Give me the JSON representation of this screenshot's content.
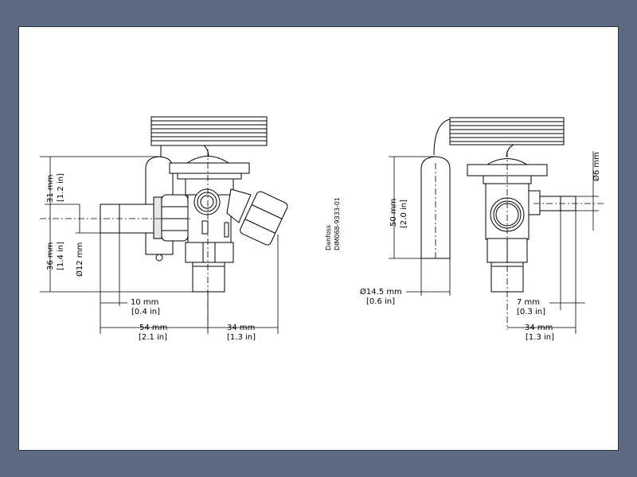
{
  "drawing": {
    "brand": "Danfoss",
    "drawing_number": "DIM068-9333-01"
  },
  "left_view": {
    "height_top": {
      "mm": "31 mm",
      "in": "[1.2 in]"
    },
    "height_bottom": {
      "mm": "36 mm",
      "in": "[1.4 in]"
    },
    "inlet_diameter": {
      "mm": "Ø12 mm"
    },
    "inlet_depth": {
      "mm": "10 mm",
      "in": "[0.4 in]"
    },
    "width_left": {
      "mm": "54 mm",
      "in": "[2.1 in]"
    },
    "width_right": {
      "mm": "34 mm",
      "in": "[1.3 in]"
    }
  },
  "right_view": {
    "bulb_length": {
      "mm": "50 mm",
      "in": "[2.0 in]"
    },
    "bulb_diameter": {
      "mm": "Ø14.5 mm",
      "in": "[0.6 in]"
    },
    "equalizer_diameter": {
      "mm": "Ø6 mm"
    },
    "equalizer_depth": {
      "mm": "7 mm",
      "in": "[0.3 in]"
    },
    "width_right": {
      "mm": "34 mm",
      "in": "[1.3 in]"
    }
  }
}
